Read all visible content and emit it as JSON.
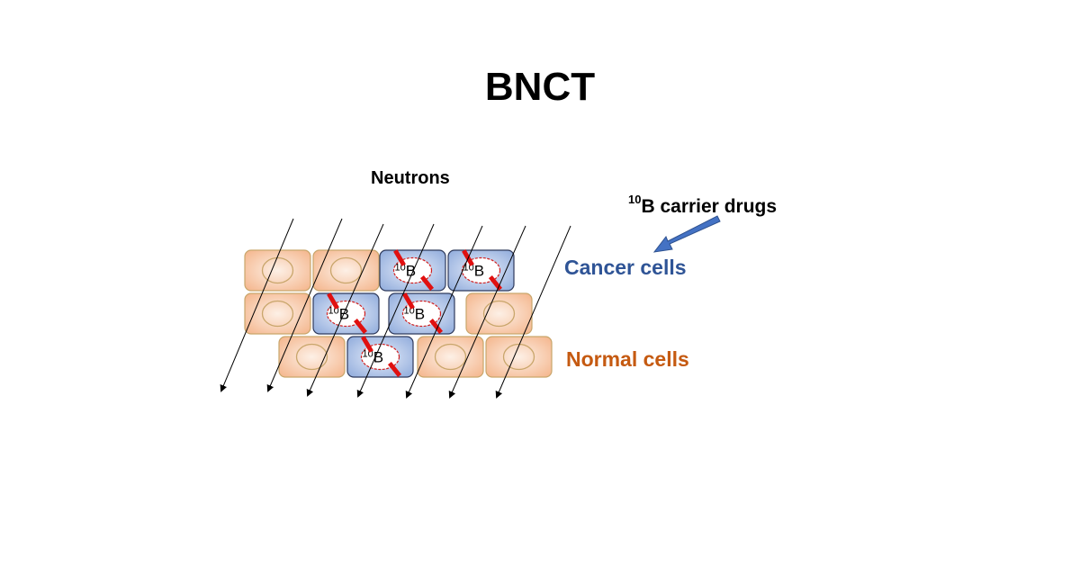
{
  "title": "BNCT",
  "labels": {
    "neutrons": "Neutrons",
    "carrier_sup": "10",
    "carrier_text": "B carrier drugs",
    "cancer_cells": "Cancer cells",
    "normal_cells": "Normal cells",
    "boron_sup": "10",
    "boron_symbol": "B"
  },
  "colors": {
    "cancer_text": "#2f5496",
    "normal_text": "#c55a11",
    "normal_cell_fill": "#f8cbad",
    "normal_cell_stroke": "#c9a66b",
    "cancer_cell_fill": "#b4c7e7",
    "cancer_cell_stroke": "#2f3a5c",
    "alpha_particle": "#e01010",
    "carrier_arrow": "#4472c4"
  },
  "cells": [
    {
      "row": 1,
      "col": 1,
      "type": "normal"
    },
    {
      "row": 1,
      "col": 2,
      "type": "normal"
    },
    {
      "row": 1,
      "col": 3,
      "type": "cancer"
    },
    {
      "row": 1,
      "col": 4,
      "type": "cancer"
    },
    {
      "row": 2,
      "col": 1,
      "type": "normal"
    },
    {
      "row": 2,
      "col": 2,
      "type": "cancer"
    },
    {
      "row": 2,
      "col": 3,
      "type": "cancer"
    },
    {
      "row": 2,
      "col": 4,
      "type": "normal"
    },
    {
      "row": 3,
      "col": 1,
      "type": "normal"
    },
    {
      "row": 3,
      "col": 2,
      "type": "cancer"
    },
    {
      "row": 3,
      "col": 3,
      "type": "normal"
    },
    {
      "row": 3,
      "col": 4,
      "type": "normal"
    }
  ],
  "neutron_beam_count": 7
}
